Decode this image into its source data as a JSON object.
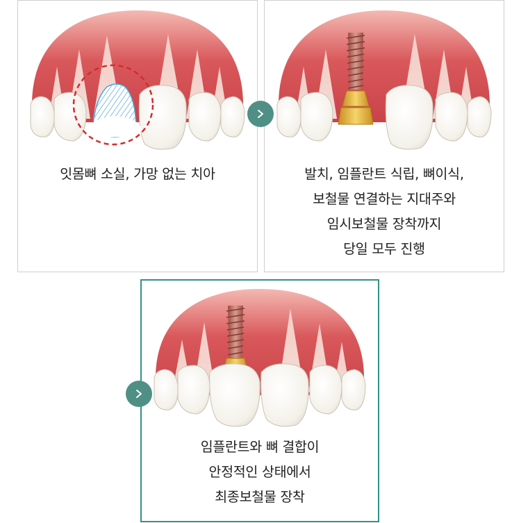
{
  "panels": [
    {
      "caption_lines": [
        "잇몸뼈 소실, 가망 없는 치아"
      ]
    },
    {
      "caption_lines": [
        "발치, 임플란트 식립, 뼈이식,",
        "보철물 연결하는 지대주와",
        "임시보철물 장착까지",
        "당일 모두 진행"
      ]
    },
    {
      "caption_lines": [
        "임플란트와 뼈 결합이",
        "안정적인 상태에서",
        "최종보철물 장착"
      ]
    }
  ],
  "icons": {
    "step_arrow": "chevron-right-icon"
  },
  "colors": {
    "gum": "#d8585a",
    "highlight_border": "#2f9384",
    "arrow_bg": "#4f8f86",
    "lost_bone_circle": "#d22c2c",
    "hatch": "#4aa4d8",
    "abutment_gold": "#e0b23c"
  }
}
